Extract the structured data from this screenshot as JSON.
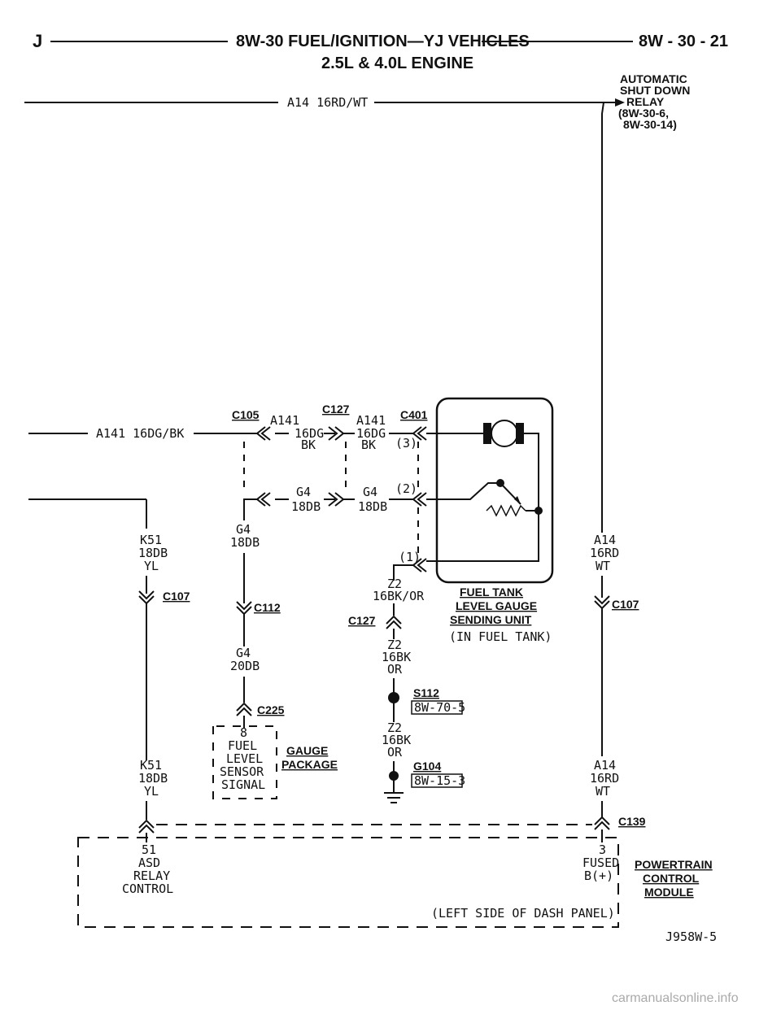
{
  "header": {
    "left": "J",
    "title": "8W-30 FUEL/IGNITION—YJ VEHICLES",
    "page": "8W - 30 - 21",
    "subtitle": "2.5L & 4.0L ENGINE"
  },
  "asd_relay": {
    "l1": "AUTOMATIC",
    "l2": "SHUT DOWN",
    "l3": "RELAY",
    "l4": "(8W-30-6,",
    "l5": "8W-30-14)"
  },
  "wires": {
    "top": "A14 16RD/WT",
    "a141_left": "A141 16DG/BK",
    "a141_l1": "A141",
    "a141_l2": "16DG",
    "a141_l3": "BK",
    "a141_r1": "A141",
    "a141_r2": "16DG",
    "a141_r3": "BK",
    "g4_l1": "G4",
    "g4_l2": "18DB",
    "g4_r1": "G4",
    "g4_r2": "18DB",
    "k51_1": "K51",
    "k51_2": "18DB",
    "k51_3": "YL",
    "g4_mid1": "G4",
    "g4_mid2": "18DB",
    "a14_1": "A14",
    "a14_2": "16RD",
    "a14_3": "WT",
    "z2_a1": "Z2",
    "z2_a2": "16BK/OR",
    "z2_b1": "Z2",
    "z2_b2": "16BK",
    "z2_b3": "OR",
    "g4_low1": "G4",
    "g4_low2": "20DB",
    "z2_c1": "Z2",
    "z2_c2": "16BK",
    "z2_c3": "OR",
    "k51_b1": "K51",
    "k51_b2": "18DB",
    "k51_b3": "YL",
    "a14_b1": "A14",
    "a14_b2": "16RD",
    "a14_b3": "WT"
  },
  "connectors": {
    "c105": "C105",
    "c127_top": "C127",
    "c401": "C401",
    "pin3": "(3)",
    "pin2": "(2)",
    "pin1": "(1)",
    "c107_left": "C107",
    "c112": "C112",
    "c127_mid": "C127",
    "c107_right": "C107",
    "c225": "C225",
    "c139": "C139"
  },
  "splices": {
    "s112": "S112",
    "s112_ref": "8W-70-5",
    "g104": "G104",
    "g104_ref": "8W-15-3"
  },
  "fuel_tank": {
    "l1": "FUEL TANK",
    "l2": "LEVEL GAUGE",
    "l3": "SENDING UNIT",
    "l4": "(IN FUEL TANK)"
  },
  "gauge": {
    "pin": "8",
    "s1": "FUEL",
    "s2": "LEVEL",
    "s3": "SENSOR",
    "s4": "SIGNAL",
    "name1": "GAUGE",
    "name2": "PACKAGE"
  },
  "pcm": {
    "pin51": "51",
    "asd1": "ASD",
    "asd2": "RELAY",
    "asd3": "CONTROL",
    "pin3": "3",
    "fused": "FUSED",
    "bplus": "B(+)",
    "name1": "POWERTRAIN",
    "name2": "CONTROL",
    "name3": "MODULE",
    "location": "(LEFT SIDE OF DASH PANEL)"
  },
  "figure_id": "J958W-5",
  "watermark": "carmanualsonline.info"
}
